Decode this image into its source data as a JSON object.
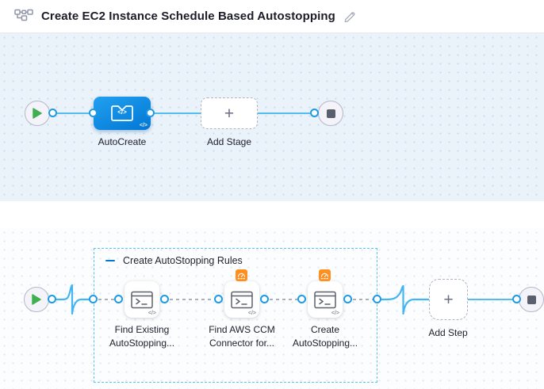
{
  "header": {
    "title": "Create EC2 Instance Schedule Based Autostopping"
  },
  "stage_canvas": {
    "stage_label": "AutoCreate",
    "add_stage_label": "Add Stage"
  },
  "step_canvas": {
    "group_label": "Create AutoStopping Rules",
    "steps": [
      {
        "line1": "Find Existing",
        "line2": "AutoStopping...",
        "has_ccm_badge": false
      },
      {
        "line1": "Find AWS CCM",
        "line2": "Connector for...",
        "has_ccm_badge": true
      },
      {
        "line1": "Create",
        "line2": "AutoStopping...",
        "has_ccm_badge": true
      }
    ],
    "add_step_label": "Add Step"
  },
  "glyphs": {
    "plus": "+",
    "code": "</>"
  },
  "colors": {
    "accent_blue": "#0278d5",
    "connector_blue": "#55bcf1",
    "ccm_orange": "#ff8f1f",
    "success_green": "#3fb052",
    "stage_canvas_bg": "#eaf2fa",
    "step_canvas_bg": "#fbfdfe"
  }
}
